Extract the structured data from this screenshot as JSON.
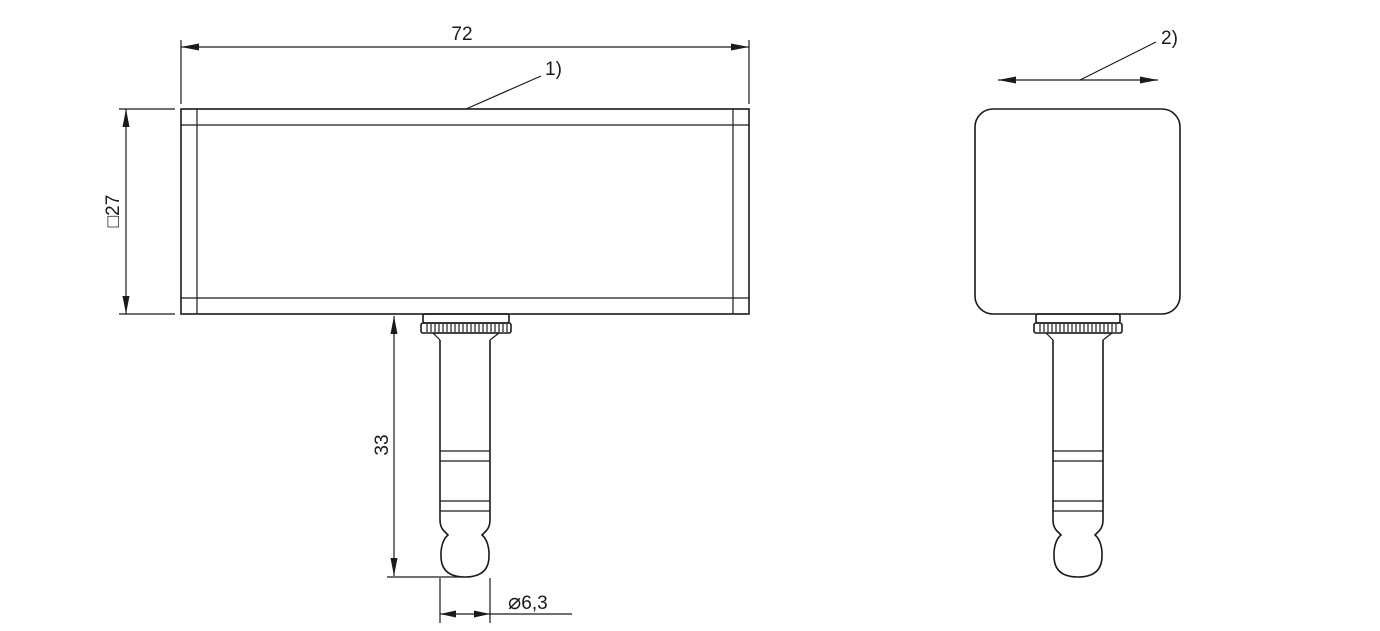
{
  "dimensions": {
    "width": "72",
    "height_symbol": "□",
    "height": "27",
    "plug_length": "33",
    "diameter_symbol": "⌀",
    "diameter": "6,3"
  },
  "callouts": {
    "note1": "1)",
    "note2": "2)"
  }
}
